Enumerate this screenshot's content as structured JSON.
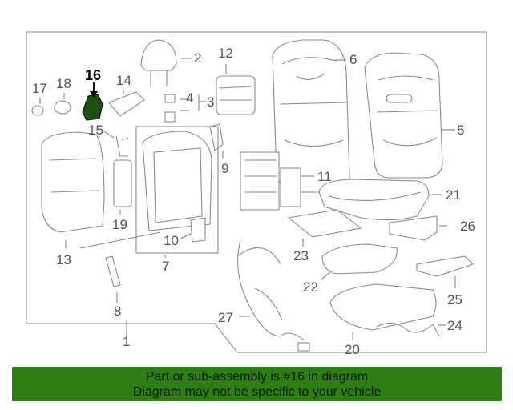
{
  "diagram": {
    "highlight_color": "#1f4f12",
    "labels": {
      "p1": "1",
      "p2": "2",
      "p3": "3",
      "p4": "4",
      "p5": "5",
      "p6": "6",
      "p7": "7",
      "p8": "8",
      "p9": "9",
      "p10": "10",
      "p11": "11",
      "p12": "12",
      "p13": "13",
      "p14": "14",
      "p15": "15",
      "p16": "16",
      "p17": "17",
      "p18": "18",
      "p19": "19",
      "p20": "20",
      "p21": "21",
      "p22": "22",
      "p23": "23",
      "p24": "24",
      "p25": "25",
      "p26": "26",
      "p27": "27"
    }
  },
  "banner": {
    "line1": "Part or sub-assembly is #16 in diagram",
    "line2": "Diagram may not be specific to your vehicle",
    "background": "#2e7d15"
  }
}
